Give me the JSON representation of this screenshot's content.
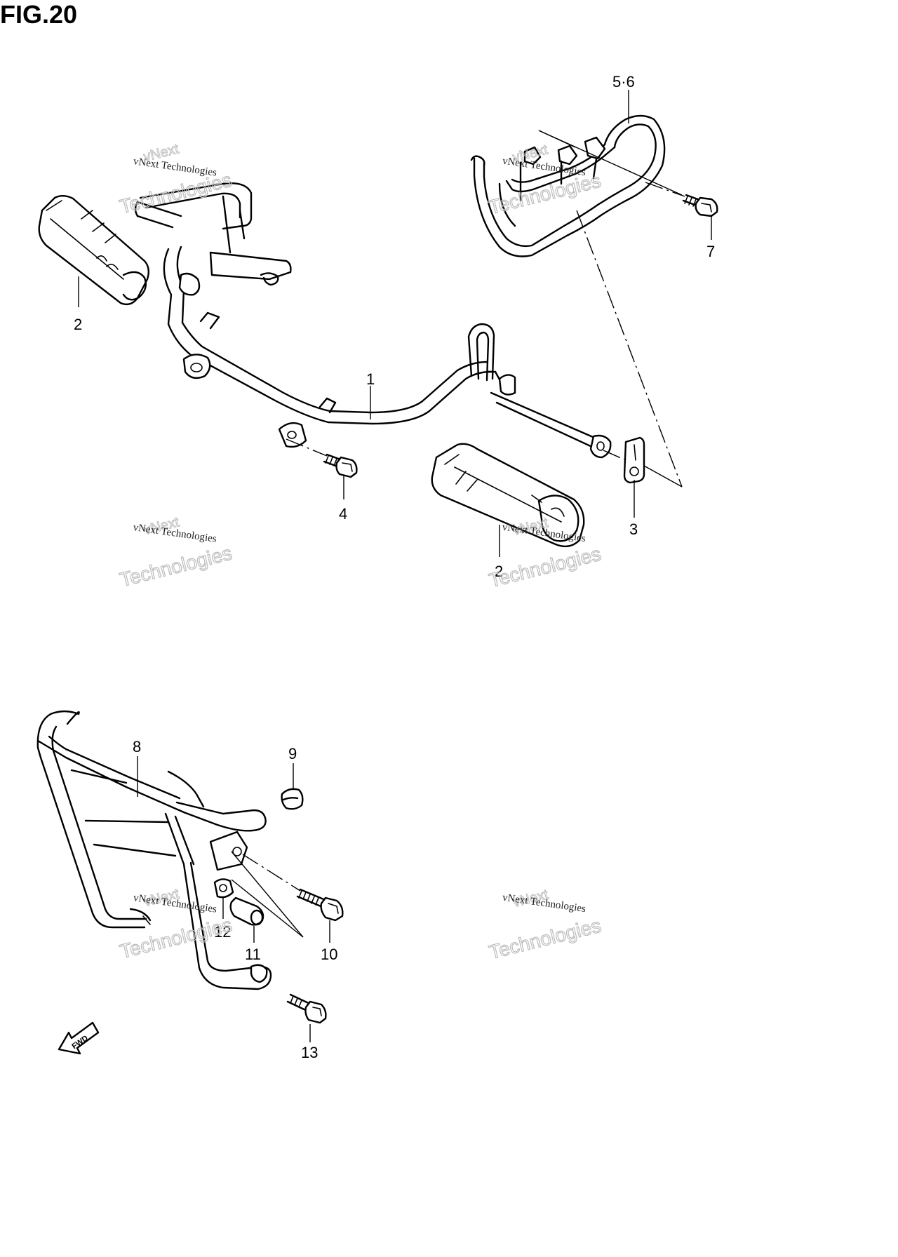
{
  "figure": {
    "title": "FIG.20"
  },
  "callouts": {
    "p1": "1",
    "p2a": "2",
    "p2b": "2",
    "p3": "3",
    "p4": "4",
    "p56": "5·6",
    "p7": "7",
    "p8": "8",
    "p9": "9",
    "p10": "10",
    "p11": "11",
    "p12": "12",
    "p13": "13"
  },
  "fwd_arrow": {
    "label": "FWD"
  },
  "watermark": {
    "brand": "vNext",
    "company": "vNext Technologies",
    "word": "Technologies"
  }
}
